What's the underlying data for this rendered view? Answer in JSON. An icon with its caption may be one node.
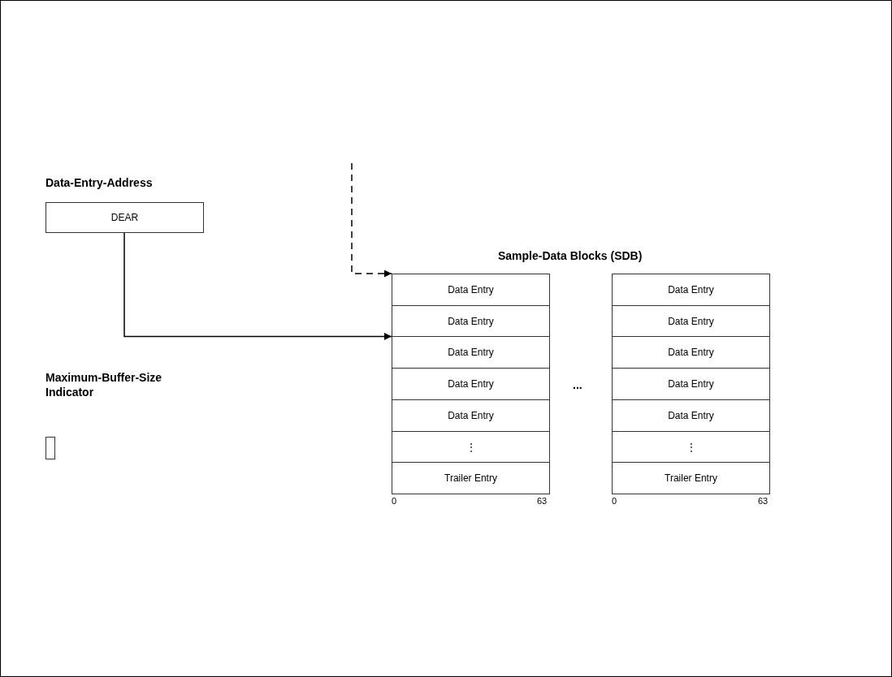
{
  "diagram": {
    "nodes": [
      {
        "text": [
          "Data-Entry-Address",
          "DEAR"
        ]
      },
      {
        "text": [
          "Maximum-Buffer-Size Indicator"
        ]
      },
      {
        "text": [
          "Data Entry"
        ]
      },
      {
        "text": [
          "Data Entry"
        ]
      },
      {
        "text": [
          "Data Entry"
        ]
      },
      {
        "text": [
          "Data Entry"
        ]
      },
      {
        "text": [
          "Data Entry"
        ]
      },
      {
        "text": [
          "⋮"
        ]
      },
      {
        "text": [
          "Trailer Entry"
        ]
      },
      {
        "text": [
          "Data Entry"
        ]
      },
      {
        "text": [
          "Data Entry"
        ]
      },
      {
        "text": [
          "Data Entry"
        ]
      },
      {
        "text": [
          "Data Entry"
        ]
      },
      {
        "text": [
          "Data Entry"
        ]
      },
      {
        "text": [
          "⋮"
        ]
      },
      {
        "text": [
          "Trailer Entry"
        ]
      }
    ],
    "edges": [
      {
        "from": 0,
        "to": 4,
        "arrow": "to"
      },
      {
        "from": null,
        "to": 2,
        "arrow": "to",
        "style": "dashed"
      }
    ],
    "labels": [
      "Sample-Data Blocks (SDB)",
      "...",
      "0",
      "63",
      "0",
      "63"
    ]
  }
}
